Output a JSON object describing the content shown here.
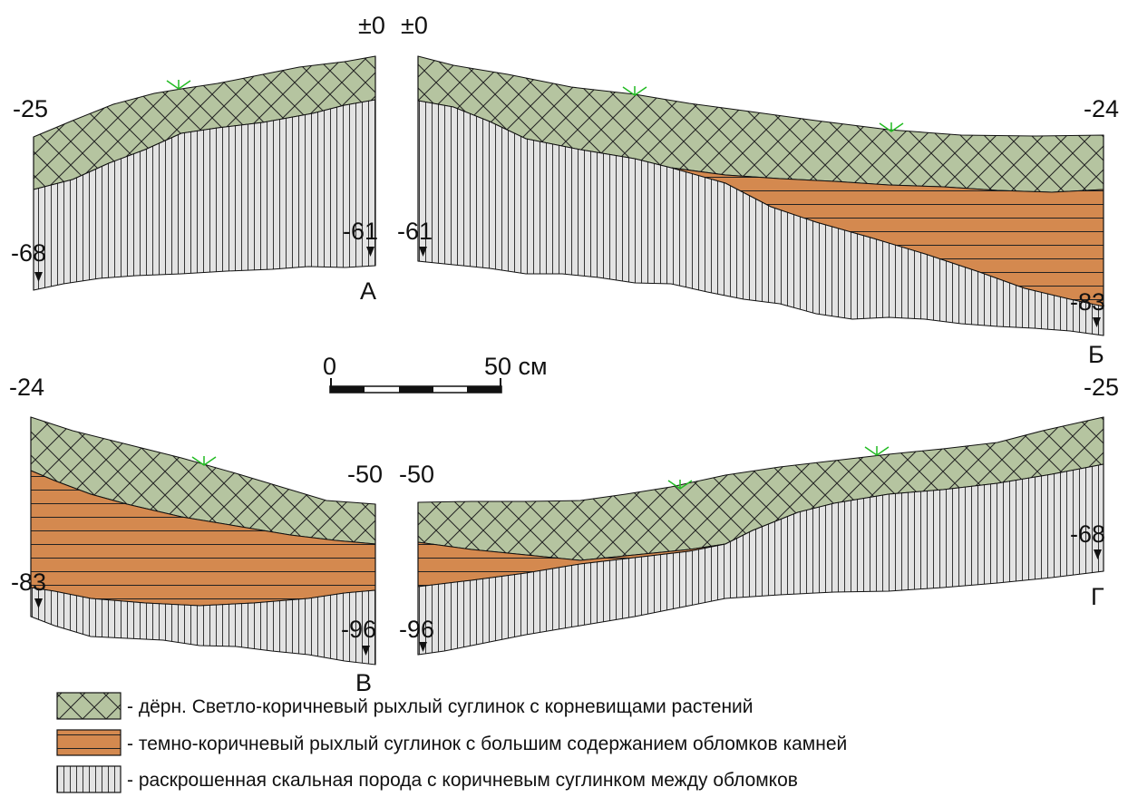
{
  "colors": {
    "turf": "#b5c4a0",
    "loam": "#d4894f",
    "rock": "#e3e3e3",
    "ink": "#111111",
    "grass": "#22bb22"
  },
  "icons": {
    "grass": "grass-tuft-icon",
    "marker": "depth-marker-icon"
  },
  "profiles": {
    "a": {
      "letter": "А",
      "depths": {
        "surface_left": "-25",
        "surface_right": "±0",
        "bottom_left": "-68",
        "bottom_right": "-61"
      }
    },
    "b": {
      "letter": "Б",
      "depths": {
        "surface_left": "±0",
        "surface_right": "-24",
        "bottom_left": "-61",
        "bottom_right": "-83"
      }
    },
    "v": {
      "letter": "В",
      "depths": {
        "surface_left": "-24",
        "surface_right": "-50",
        "bottom_left": "-83",
        "bottom_right": "-96"
      }
    },
    "g": {
      "letter": "Г",
      "depths": {
        "surface_left": "-50",
        "surface_right": "-25",
        "bottom_left": "-96",
        "bottom_right": "-68"
      }
    }
  },
  "scale_bar": {
    "start_label": "0",
    "end_label": "50 см"
  },
  "legend": [
    {
      "layer": "turf",
      "text": "- дёрн. Светло-коричневый рыхлый суглинок с корневищами растений"
    },
    {
      "layer": "loam",
      "text": "- темно-коричневый рыхлый суглинок с большим содержанием обломков камней"
    },
    {
      "layer": "rock",
      "text": "- раскрошенная скальная порода с коричневым суглинком между обломков"
    }
  ]
}
